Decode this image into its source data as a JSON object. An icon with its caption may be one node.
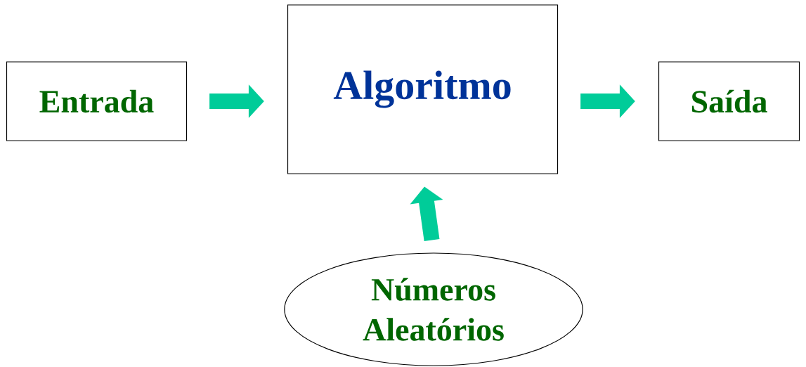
{
  "diagram": {
    "nodes": [
      {
        "text": [
          "Entrada"
        ]
      },
      {
        "text": [
          "Algoritmo"
        ]
      },
      {
        "text": [
          "Saída"
        ]
      },
      {
        "text": [
          "Números Aleatórios"
        ]
      }
    ],
    "edges": [
      {
        "from": 0,
        "to": 1,
        "arrow": "to"
      },
      {
        "from": 1,
        "to": 2,
        "arrow": "to"
      },
      {
        "from": 3,
        "to": 1,
        "arrow": "to"
      }
    ]
  }
}
